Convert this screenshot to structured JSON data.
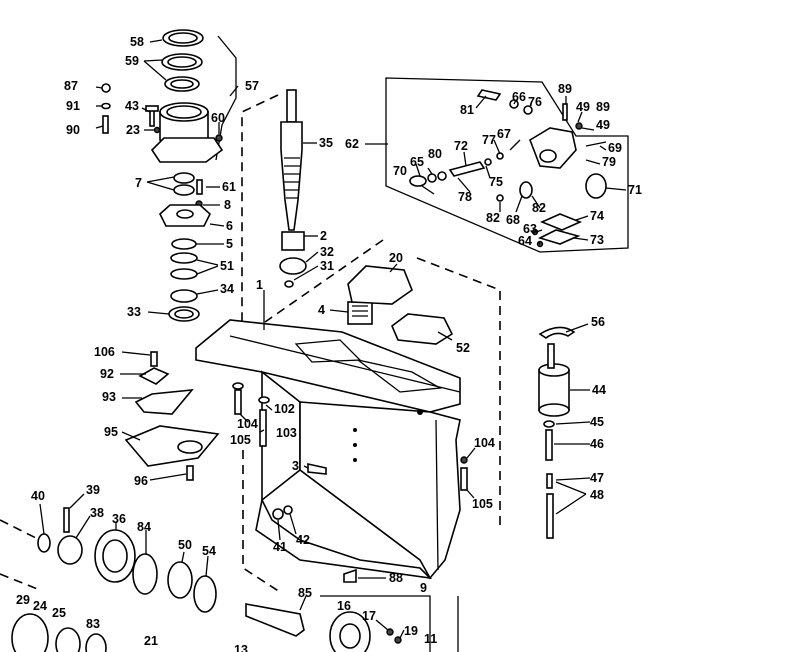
{
  "diagram": {
    "background": "#ffffff",
    "ink": "#000000",
    "callouts": [
      {
        "id": "58",
        "label": "58"
      },
      {
        "id": "59",
        "label": "59"
      },
      {
        "id": "87",
        "label": "87"
      },
      {
        "id": "91",
        "label": "91"
      },
      {
        "id": "43",
        "label": "43"
      },
      {
        "id": "90",
        "label": "90"
      },
      {
        "id": "23",
        "label": "23"
      },
      {
        "id": "57",
        "label": "57"
      },
      {
        "id": "60",
        "label": "60"
      },
      {
        "id": "35",
        "label": "35"
      },
      {
        "id": "7",
        "label": "7"
      },
      {
        "id": "61",
        "label": "61"
      },
      {
        "id": "8",
        "label": "8"
      },
      {
        "id": "6",
        "label": "6"
      },
      {
        "id": "5",
        "label": "5"
      },
      {
        "id": "51",
        "label": "51"
      },
      {
        "id": "34",
        "label": "34"
      },
      {
        "id": "33",
        "label": "33"
      },
      {
        "id": "2",
        "label": "2"
      },
      {
        "id": "32",
        "label": "32"
      },
      {
        "id": "31",
        "label": "31"
      },
      {
        "id": "1",
        "label": "1"
      },
      {
        "id": "4",
        "label": "4"
      },
      {
        "id": "20",
        "label": "20"
      },
      {
        "id": "52",
        "label": "52"
      },
      {
        "id": "62",
        "label": "62"
      },
      {
        "id": "81",
        "label": "81"
      },
      {
        "id": "66",
        "label": "66"
      },
      {
        "id": "76",
        "label": "76"
      },
      {
        "id": "89a",
        "label": "89"
      },
      {
        "id": "49a",
        "label": "49"
      },
      {
        "id": "89b",
        "label": "89"
      },
      {
        "id": "49b",
        "label": "49"
      },
      {
        "id": "77",
        "label": "77"
      },
      {
        "id": "67",
        "label": "67"
      },
      {
        "id": "69",
        "label": "69"
      },
      {
        "id": "72",
        "label": "72"
      },
      {
        "id": "79",
        "label": "79"
      },
      {
        "id": "65",
        "label": "65"
      },
      {
        "id": "80",
        "label": "80"
      },
      {
        "id": "70",
        "label": "70"
      },
      {
        "id": "75",
        "label": "75"
      },
      {
        "id": "71",
        "label": "71"
      },
      {
        "id": "78",
        "label": "78"
      },
      {
        "id": "82a",
        "label": "82"
      },
      {
        "id": "68",
        "label": "68"
      },
      {
        "id": "82b",
        "label": "82"
      },
      {
        "id": "74",
        "label": "74"
      },
      {
        "id": "63",
        "label": "63"
      },
      {
        "id": "64",
        "label": "64"
      },
      {
        "id": "73",
        "label": "73"
      },
      {
        "id": "56",
        "label": "56"
      },
      {
        "id": "44",
        "label": "44"
      },
      {
        "id": "45",
        "label": "45"
      },
      {
        "id": "46",
        "label": "46"
      },
      {
        "id": "47",
        "label": "47"
      },
      {
        "id": "48",
        "label": "48"
      },
      {
        "id": "106",
        "label": "106"
      },
      {
        "id": "92",
        "label": "92"
      },
      {
        "id": "93",
        "label": "93"
      },
      {
        "id": "95",
        "label": "95"
      },
      {
        "id": "96",
        "label": "96"
      },
      {
        "id": "102",
        "label": "102"
      },
      {
        "id": "104a",
        "label": "104"
      },
      {
        "id": "103",
        "label": "103"
      },
      {
        "id": "105a",
        "label": "105"
      },
      {
        "id": "104b",
        "label": "104"
      },
      {
        "id": "105b",
        "label": "105"
      },
      {
        "id": "3",
        "label": "3"
      },
      {
        "id": "40",
        "label": "40"
      },
      {
        "id": "39",
        "label": "39"
      },
      {
        "id": "38",
        "label": "38"
      },
      {
        "id": "36",
        "label": "36"
      },
      {
        "id": "84",
        "label": "84"
      },
      {
        "id": "50",
        "label": "50"
      },
      {
        "id": "54",
        "label": "54"
      },
      {
        "id": "41",
        "label": "41"
      },
      {
        "id": "42",
        "label": "42"
      },
      {
        "id": "88",
        "label": "88"
      },
      {
        "id": "9",
        "label": "9"
      },
      {
        "id": "85",
        "label": "85"
      },
      {
        "id": "29",
        "label": "29"
      },
      {
        "id": "24",
        "label": "24"
      },
      {
        "id": "25",
        "label": "25"
      },
      {
        "id": "83",
        "label": "83"
      },
      {
        "id": "21",
        "label": "21"
      },
      {
        "id": "16",
        "label": "16"
      },
      {
        "id": "17",
        "label": "17"
      },
      {
        "id": "19",
        "label": "19"
      },
      {
        "id": "11",
        "label": "11"
      },
      {
        "id": "13",
        "label": "13"
      }
    ]
  }
}
